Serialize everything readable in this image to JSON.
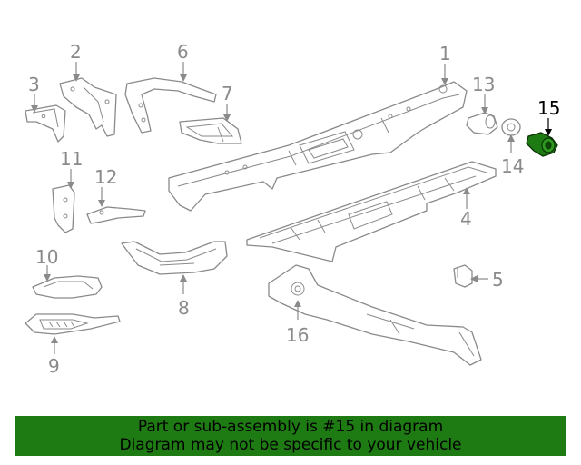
{
  "diagram": {
    "callouts": [
      {
        "id": "1",
        "label": "1"
      },
      {
        "id": "2",
        "label": "2"
      },
      {
        "id": "3",
        "label": "3"
      },
      {
        "id": "4",
        "label": "4"
      },
      {
        "id": "5",
        "label": "5"
      },
      {
        "id": "6",
        "label": "6"
      },
      {
        "id": "7",
        "label": "7"
      },
      {
        "id": "8",
        "label": "8"
      },
      {
        "id": "9",
        "label": "9"
      },
      {
        "id": "10",
        "label": "10"
      },
      {
        "id": "11",
        "label": "11"
      },
      {
        "id": "12",
        "label": "12"
      },
      {
        "id": "13",
        "label": "13"
      },
      {
        "id": "14",
        "label": "14"
      },
      {
        "id": "15",
        "label": "15"
      },
      {
        "id": "16",
        "label": "16"
      }
    ],
    "highlighted_part": "15",
    "highlight_color": "#1e7a12",
    "line_color": "#8a8a8a"
  },
  "banner": {
    "line1": "Part or sub-assembly is #15 in diagram",
    "line2": "Diagram may not be specific to your vehicle",
    "background": "#1e7a12"
  }
}
